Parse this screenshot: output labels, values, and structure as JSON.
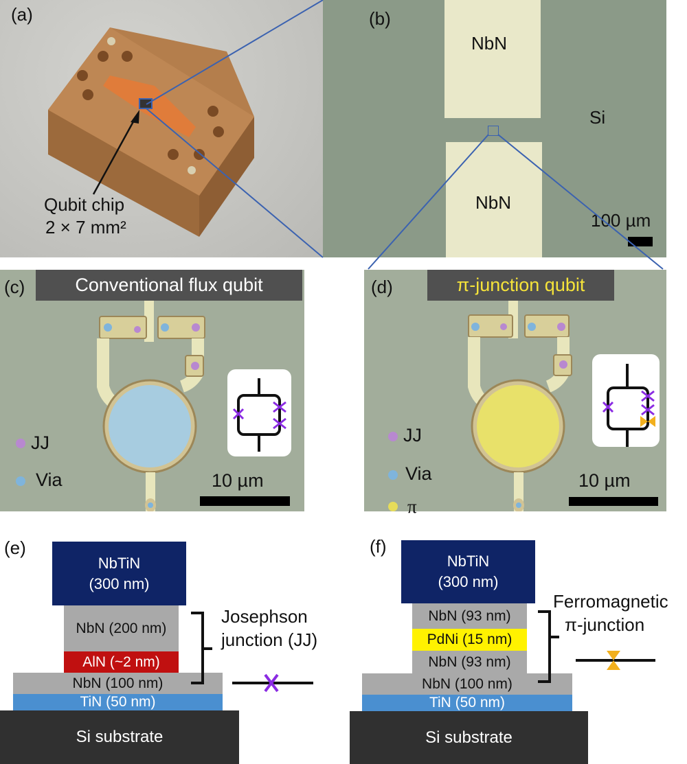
{
  "panels": {
    "a": {
      "label": "(a)",
      "annotation_line1": "Qubit chip",
      "annotation_line2": "2 × 7 mm²"
    },
    "b": {
      "label": "(b)",
      "pad_top": "NbN",
      "pad_bottom": "NbN",
      "substrate": "Si",
      "scale_bar": "100 µm"
    },
    "c": {
      "label": "(c)",
      "title": "Conventional flux qubit",
      "legend": [
        {
          "text": "JJ",
          "color": "#b888d0"
        },
        {
          "text": "Via",
          "color": "#7fb4dc"
        }
      ],
      "scale_bar": "10 µm",
      "pad_color": "#a7cce0"
    },
    "d": {
      "label": "(d)",
      "title": "π-junction qubit",
      "title_color": "#f5e33a",
      "legend": [
        {
          "text": "JJ",
          "color": "#b888d0"
        },
        {
          "text": "Via",
          "color": "#7fb4dc"
        },
        {
          "text": "π",
          "color": "#e6dc5a"
        }
      ],
      "scale_bar": "10 µm",
      "pad_color": "#e8e16a"
    },
    "e": {
      "label": "(e)",
      "layers": {
        "top_name": "NbTiN",
        "top_thickness": "(300 nm)",
        "nbn_upper": "NbN (200 nm)",
        "barrier": "AlN (~2 nm)",
        "nbn_lower": "NbN (100 nm)",
        "tin": "TiN (50 nm)",
        "substrate": "Si substrate"
      },
      "bracket_label_line1": "Josephson",
      "bracket_label_line2": "junction (JJ)"
    },
    "f": {
      "label": "(f)",
      "layers": {
        "top_name": "NbTiN",
        "top_thickness": "(300 nm)",
        "nbn_upper": "NbN (93 nm)",
        "ferromagnet": "PdNi (15 nm)",
        "nbn_middle": "NbN (93 nm)",
        "nbn_lower": "NbN (100 nm)",
        "tin": "TiN (50 nm)",
        "substrate": "Si substrate"
      },
      "bracket_label_line1": "Ferromagnetic",
      "bracket_label_line2": "π-junction"
    }
  },
  "colors": {
    "nbtin": "#0f2466",
    "nbn": "#a9a9a9",
    "aln": "#c01010",
    "pdni": "#fff200",
    "tin": "#4a8fd0",
    "si_substrate": "#303030",
    "jj_symbol": "#8a2be2",
    "pi_symbol": "#f2b01e",
    "callout_line": "#3b62b0"
  }
}
